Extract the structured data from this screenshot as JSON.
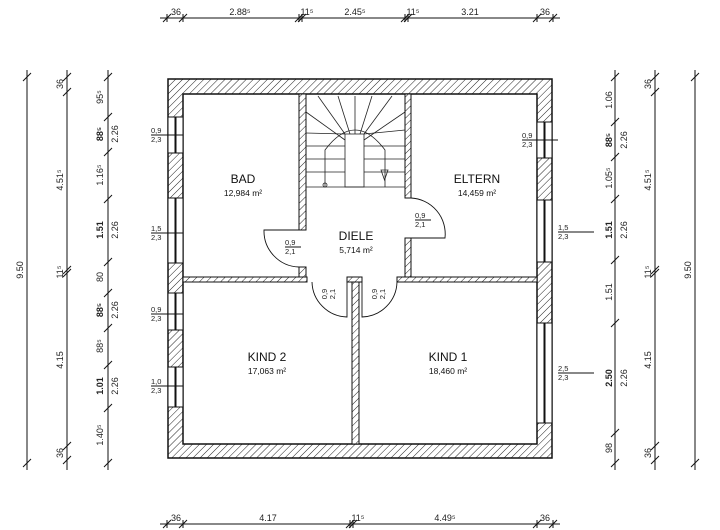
{
  "rooms": [
    {
      "name": "BAD",
      "area": "12,984 m²"
    },
    {
      "name": "ELTERN",
      "area": "14,459 m²"
    },
    {
      "name": "DIELE",
      "area": "5,714 m²"
    },
    {
      "name": "KIND 2",
      "area": "17,063 m²"
    },
    {
      "name": "KIND 1",
      "area": "18,460 m²"
    }
  ],
  "dimensions": {
    "top": [
      "36",
      "2.88⁵",
      "11⁵",
      "2.45⁵",
      "11⁵",
      "3.21",
      "36"
    ],
    "bottom": [
      "36",
      "4.17",
      "11⁵",
      "4.49⁵",
      "36"
    ],
    "left_total": "9.50",
    "left_middle": [
      "36",
      "4.51⁵",
      "11⁵",
      "4.15",
      "36"
    ],
    "left_detail": [
      {
        "main": "95⁵"
      },
      {
        "main": "88⁵",
        "sub": "2.26"
      },
      {
        "main": "1.16⁵"
      },
      {
        "main": "1.51",
        "sub": "2.26"
      },
      {
        "main": "80"
      },
      {
        "main": "88⁵",
        "sub": "2.26"
      },
      {
        "main": "88⁵"
      },
      {
        "main": "1.01",
        "sub": "2.26"
      },
      {
        "main": "1.40⁵"
      }
    ],
    "right_total": "9.50",
    "right_middle": [
      "36",
      "4.51⁵",
      "11⁵",
      "4.15",
      "36"
    ],
    "right_detail": [
      {
        "main": "1.06"
      },
      {
        "main": "88⁵",
        "sub": "2.26"
      },
      {
        "main": "1.05⁵"
      },
      {
        "main": "1.51",
        "sub": "2.26"
      },
      {
        "main": "1.51"
      },
      {
        "main": "2.50",
        "sub": "2.26"
      },
      {
        "main": "98"
      }
    ]
  },
  "windows": [
    {
      "w": "0,9",
      "h": "2,3"
    },
    {
      "w": "1,5",
      "h": "2,3"
    },
    {
      "w": "0,9",
      "h": "2,3"
    },
    {
      "w": "1,0",
      "h": "2,3"
    },
    {
      "w": "0,9",
      "h": "2,3"
    },
    {
      "w": "1,5",
      "h": "2,3"
    },
    {
      "w": "2,5",
      "h": "2,3"
    }
  ],
  "doors": [
    {
      "w": "0,9",
      "h": "2,1"
    },
    {
      "w": "0,9",
      "h": "2,1"
    },
    {
      "w": "0,9",
      "h": "2,1"
    },
    {
      "w": "0,9",
      "h": "2,1"
    }
  ]
}
